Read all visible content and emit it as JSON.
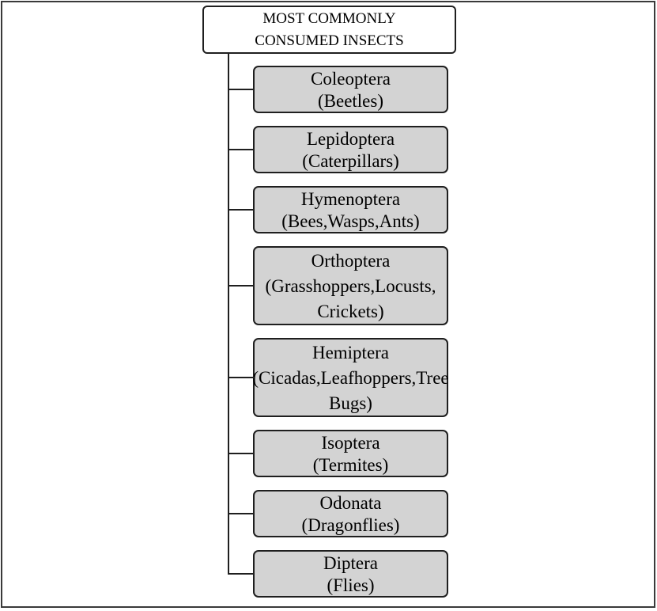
{
  "diagram": {
    "root": {
      "title": "MOST COMMONLY CONSUMED INSECTS",
      "lines": [
        "MOST COMMONLY",
        "CONSUMED INSECTS"
      ]
    },
    "orders": [
      {
        "id": "coleoptera",
        "name": "Coleoptera",
        "common_names": "(Beetles)",
        "lines": [
          "Coleoptera",
          "(Beetles)"
        ]
      },
      {
        "id": "lepidoptera",
        "name": "Lepidoptera",
        "common_names": "(Caterpillars)",
        "lines": [
          "Lepidoptera",
          "(Caterpillars)"
        ]
      },
      {
        "id": "hymenoptera",
        "name": "Hymenoptera",
        "common_names": "(Bees,Wasps,Ants)",
        "lines": [
          "Hymenoptera",
          "(Bees,Wasps,Ants)"
        ]
      },
      {
        "id": "orthoptera",
        "name": "Orthoptera",
        "common_names": "(Grasshoppers,Locusts, Crickets)",
        "lines": [
          "Orthoptera",
          "(Grasshoppers,Locusts,",
          "Crickets)"
        ]
      },
      {
        "id": "hemiptera",
        "name": "Hemiptera",
        "common_names": "(Cicadas,Leafhoppers,Tree Bugs)",
        "lines": [
          "Hemiptera",
          "(Cicadas,Leafhoppers,Tree",
          "Bugs)"
        ]
      },
      {
        "id": "isoptera",
        "name": "Isoptera",
        "common_names": "(Termites)",
        "lines": [
          "Isoptera",
          "(Termites)"
        ]
      },
      {
        "id": "odonata",
        "name": "Odonata",
        "common_names": "(Dragonflies)",
        "lines": [
          "Odonata",
          "(Dragonflies)"
        ]
      },
      {
        "id": "diptera",
        "name": "Diptera",
        "common_names": "(Flies)",
        "lines": [
          "Diptera",
          "(Flies)"
        ]
      }
    ],
    "colors": {
      "background": "#ffffff",
      "frame": "#3a3a3a",
      "border": "#1f1f1f",
      "connector": "#1f1f1f",
      "root_fill": "#ffffff",
      "box_fill": "#d3d3d3",
      "text": "#000000"
    }
  }
}
